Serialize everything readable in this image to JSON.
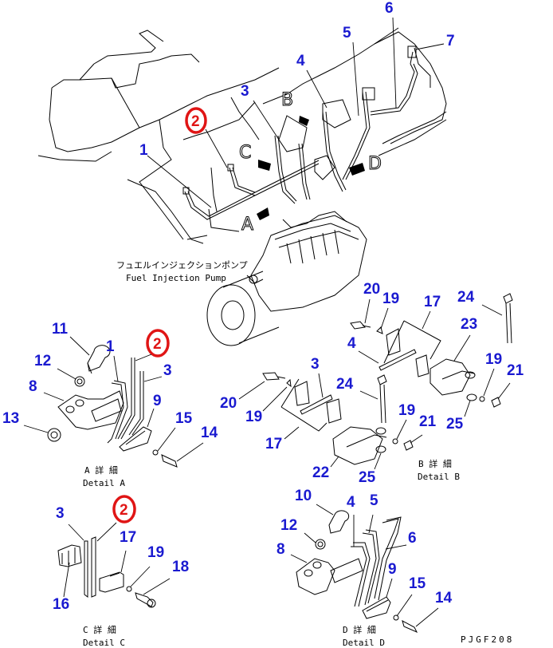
{
  "drawing": {
    "code": "PJGF208",
    "pump_label_jp": "フュエルインジェクションポンプ",
    "pump_label_en": "Fuel Injection Pump",
    "view_letters": [
      "A",
      "B",
      "C",
      "D"
    ],
    "highlight_color": "#e01515",
    "callout_color": "#1a1ad0"
  },
  "main_view": {
    "callouts": [
      "1",
      "2",
      "3",
      "4",
      "5",
      "6",
      "7"
    ],
    "highlighted": "2"
  },
  "detail_a": {
    "title_jp": "A 詳 細",
    "title_en": "Detail A",
    "callouts": [
      "11",
      "12",
      "8",
      "13",
      "1",
      "2",
      "3",
      "9",
      "15",
      "14"
    ],
    "highlighted": "2"
  },
  "detail_b": {
    "title_jp": "B 詳 細",
    "title_en": "Detail B",
    "callouts": [
      "20",
      "19",
      "17",
      "4",
      "24",
      "23",
      "19",
      "21",
      "25",
      "20",
      "19",
      "3",
      "24",
      "17",
      "22",
      "25",
      "19",
      "21"
    ]
  },
  "detail_c": {
    "title_jp": "C 詳 細",
    "title_en": "Detail C",
    "callouts": [
      "3",
      "2",
      "17",
      "19",
      "18",
      "16"
    ],
    "highlighted": "2"
  },
  "detail_d": {
    "title_jp": "D 詳 細",
    "title_en": "Detail D",
    "callouts": [
      "10",
      "4",
      "5",
      "12",
      "6",
      "8",
      "9",
      "15",
      "14"
    ]
  }
}
